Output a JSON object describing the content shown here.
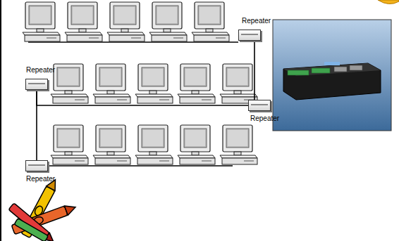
{
  "diagram": {
    "nodes": [
      {
        "text": [
          "Repeater"
        ]
      },
      {
        "text": [
          "Repeater"
        ]
      },
      {
        "text": [
          "Repeater"
        ]
      },
      {
        "text": [
          "Repeater"
        ]
      }
    ],
    "edges": [
      {
        "from": 0,
        "to": 1,
        "arrow": "none"
      },
      {
        "from": 1,
        "to": 2,
        "arrow": "none"
      },
      {
        "from": 2,
        "to": 3,
        "arrow": "none"
      }
    ]
  }
}
